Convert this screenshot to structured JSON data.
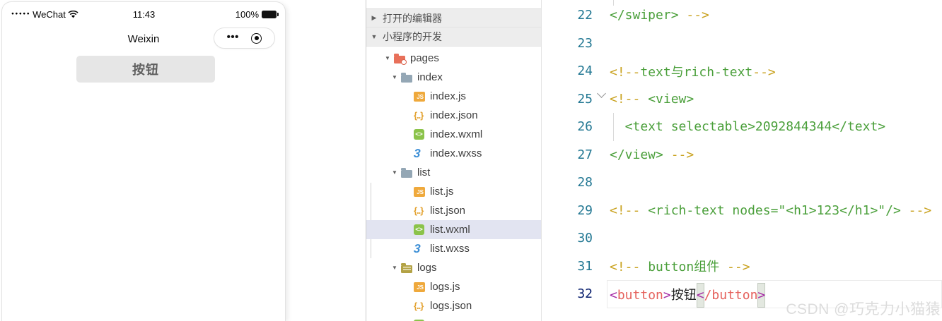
{
  "simulator": {
    "status_bar": {
      "signal_dots": "●●●●●",
      "carrier": "WeChat",
      "time": "11:43",
      "battery_percent": "100%"
    },
    "nav_bar": {
      "title": "Weixin",
      "menu_dots": "•••"
    },
    "content": {
      "button_label": "按钮"
    }
  },
  "file_tree": {
    "sections": [
      {
        "label": "打开的编辑器",
        "state": "collapsed"
      },
      {
        "label": "小程序的开发",
        "state": "expanded"
      }
    ],
    "items": [
      {
        "label": "pages",
        "icon": "folder-pages",
        "level": 1,
        "twistie": true
      },
      {
        "label": "index",
        "icon": "folder",
        "level": 2,
        "twistie": true
      },
      {
        "label": "index.js",
        "icon": "js",
        "level": 3
      },
      {
        "label": "index.json",
        "icon": "json",
        "level": 3
      },
      {
        "label": "index.wxml",
        "icon": "wxml",
        "level": 3
      },
      {
        "label": "index.wxss",
        "icon": "wxss",
        "level": 3
      },
      {
        "label": "list",
        "icon": "folder",
        "level": 2,
        "twistie": true
      },
      {
        "label": "list.js",
        "icon": "js",
        "level": 3
      },
      {
        "label": "list.json",
        "icon": "json",
        "level": 3
      },
      {
        "label": "list.wxml",
        "icon": "wxml",
        "level": 3,
        "selected": true
      },
      {
        "label": "list.wxss",
        "icon": "wxss",
        "level": 3
      },
      {
        "label": "logs",
        "icon": "folder-logs",
        "level": 2,
        "twistie": true
      },
      {
        "label": "logs.js",
        "icon": "js",
        "level": 3
      },
      {
        "label": "logs.json",
        "icon": "json",
        "level": 3
      },
      {
        "label": "",
        "icon": "wxml",
        "level": 3,
        "partial": true
      }
    ]
  },
  "editor": {
    "lines": [
      {
        "num": "22",
        "tokens": [
          {
            "c": "tag",
            "t": "</swiper>"
          },
          {
            "c": "cm",
            "t": " -->"
          }
        ]
      },
      {
        "num": "23",
        "tokens": []
      },
      {
        "num": "24",
        "tokens": [
          {
            "c": "cm",
            "t": "<!--"
          },
          {
            "c": "tag",
            "t": "text与rich-text"
          },
          {
            "c": "cm",
            "t": "-->"
          }
        ]
      },
      {
        "num": "25",
        "fold": true,
        "tokens": [
          {
            "c": "cm",
            "t": "<!-- "
          },
          {
            "c": "tag",
            "t": "<view>"
          }
        ]
      },
      {
        "num": "26",
        "guide": true,
        "tokens": [
          {
            "c": "tag",
            "t": "  <text selectable>2092844344</text>"
          }
        ]
      },
      {
        "num": "27",
        "tokens": [
          {
            "c": "tag",
            "t": "</view>"
          },
          {
            "c": "cm",
            "t": " -->"
          }
        ]
      },
      {
        "num": "28",
        "tokens": []
      },
      {
        "num": "29",
        "tokens": [
          {
            "c": "cm",
            "t": "<!-- "
          },
          {
            "c": "tag",
            "t": "<rich-text nodes=\"<h1>123</h1>\"/>"
          },
          {
            "c": "cm",
            "t": " -->"
          }
        ]
      },
      {
        "num": "30",
        "tokens": []
      },
      {
        "num": "31",
        "tokens": [
          {
            "c": "cm",
            "t": "<!-- "
          },
          {
            "c": "tag",
            "t": "button组件"
          },
          {
            "c": "cm",
            "t": " -->"
          }
        ]
      },
      {
        "num": "32",
        "current": true,
        "tokens": [
          {
            "c": "br",
            "t": "<"
          },
          {
            "c": "name",
            "t": "button"
          },
          {
            "c": "br",
            "t": ">"
          },
          {
            "c": "plain",
            "t": "按钮"
          },
          {
            "c": "br hl",
            "t": "<"
          },
          {
            "c": "name",
            "t": "/button"
          },
          {
            "c": "br hl",
            "t": ">"
          }
        ]
      }
    ],
    "watermark": "CSDN @巧克力小猫猿"
  },
  "colors": {
    "tag_green": "#4a9f3a",
    "comment_gold": "#c9a21f",
    "tag_name_coral": "#e5615c",
    "bracket_purple": "#a62ca6",
    "line_number": "#237893",
    "line_number_active": "#0b216f",
    "selected_row_bg": "#e2e4f1",
    "bracket_match_bg": "#e3e8e0",
    "bracket_match_border": "#c2cabf",
    "sim_button_bg": "#e6e6e6",
    "watermark_gray": "#dcdcdc"
  }
}
